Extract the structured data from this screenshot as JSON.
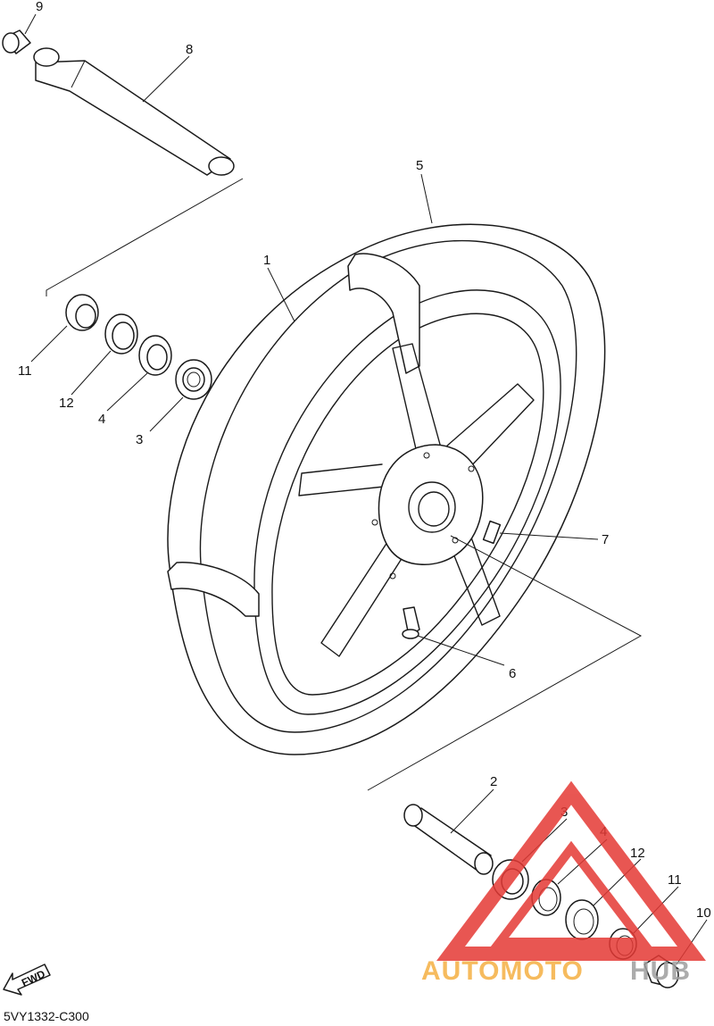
{
  "diagram": {
    "code": "5VY1332-C300",
    "fwd_label": "FWD",
    "callouts": [
      "1",
      "2",
      "3",
      "3",
      "4",
      "4",
      "5",
      "6",
      "7",
      "8",
      "9",
      "10",
      "11",
      "11",
      "12",
      "12"
    ]
  },
  "watermark": {
    "text_orange": "AUTOMOTO",
    "text_grey": "HUB",
    "color_orange": "#f5b042",
    "color_red": "#e53935",
    "color_grey": "#9e9e9e"
  }
}
